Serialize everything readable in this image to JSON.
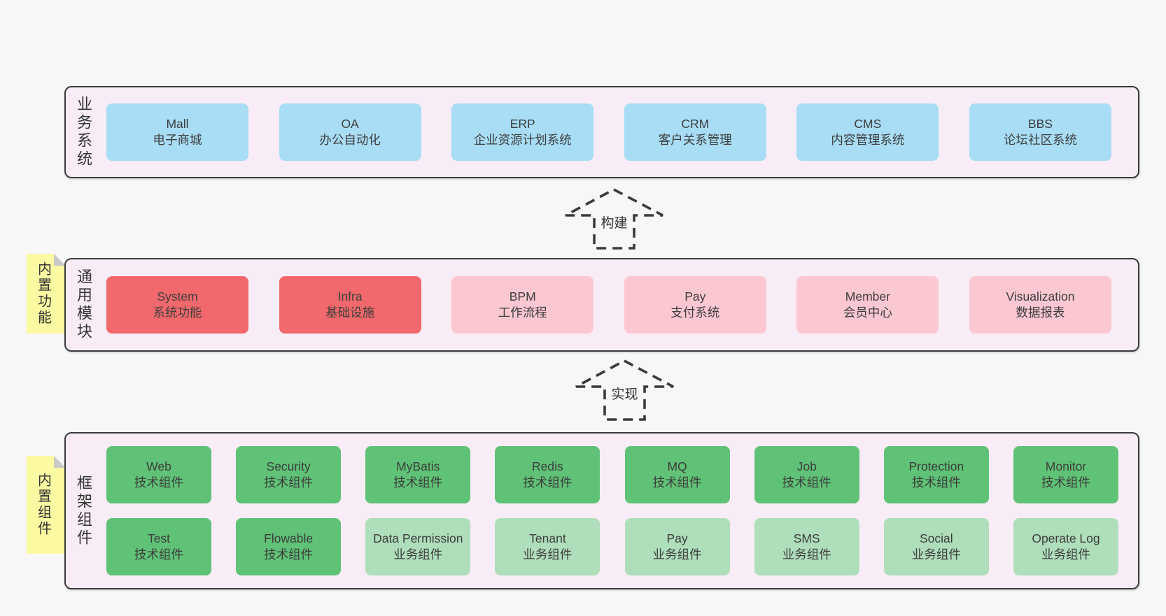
{
  "theme": {
    "page": "#f7f7f7",
    "panel": "#f8edf6",
    "border": "#3a3a3a",
    "blue": "#a8ddf5",
    "red": "#f1696c",
    "pink": "#fbc8d2",
    "green": "#5fc276",
    "greenLight": "#afdeba",
    "yellow": "#fbf9a2",
    "fold": "#c9c9c9",
    "text": "#3d3d3d"
  },
  "layers": [
    {
      "id": "business-systems",
      "label": "业务系统",
      "items": [
        {
          "en": "Mall",
          "zh": "电子商城",
          "variant": "blue"
        },
        {
          "en": "OA",
          "zh": "办公自动化",
          "variant": "blue"
        },
        {
          "en": "ERP",
          "zh": "企业资源计划系统",
          "variant": "blue"
        },
        {
          "en": "CRM",
          "zh": "客户关系管理",
          "variant": "blue"
        },
        {
          "en": "CMS",
          "zh": "内容管理系统",
          "variant": "blue"
        },
        {
          "en": "BBS",
          "zh": "论坛社区系统",
          "variant": "blue"
        }
      ]
    },
    {
      "id": "common-modules",
      "label": "通用模块",
      "note": "内置功能",
      "items": [
        {
          "en": "System",
          "zh": "系统功能",
          "variant": "red"
        },
        {
          "en": "Infra",
          "zh": "基础设施",
          "variant": "red"
        },
        {
          "en": "BPM",
          "zh": "工作流程",
          "variant": "pink"
        },
        {
          "en": "Pay",
          "zh": "支付系统",
          "variant": "pink"
        },
        {
          "en": "Member",
          "zh": "会员中心",
          "variant": "pink"
        },
        {
          "en": "Visualization",
          "zh": "数据报表",
          "variant": "pink"
        }
      ]
    },
    {
      "id": "framework-components",
      "label": "框架组件",
      "note": "内置组件",
      "items": [
        {
          "en": "Web",
          "zh": "技术组件",
          "variant": "green"
        },
        {
          "en": "Security",
          "zh": "技术组件",
          "variant": "green"
        },
        {
          "en": "MyBatis",
          "zh": "技术组件",
          "variant": "green"
        },
        {
          "en": "Redis",
          "zh": "技术组件",
          "variant": "green"
        },
        {
          "en": "MQ",
          "zh": "技术组件",
          "variant": "green"
        },
        {
          "en": "Job",
          "zh": "技术组件",
          "variant": "green"
        },
        {
          "en": "Protection",
          "zh": "技术组件",
          "variant": "green"
        },
        {
          "en": "Monitor",
          "zh": "技术组件",
          "variant": "green"
        },
        {
          "en": "Test",
          "zh": "技术组件",
          "variant": "green"
        },
        {
          "en": "Flowable",
          "zh": "技术组件",
          "variant": "green"
        },
        {
          "en": "Data Permission",
          "zh": "业务组件",
          "variant": "green-light"
        },
        {
          "en": "Tenant",
          "zh": "业务组件",
          "variant": "green-light"
        },
        {
          "en": "Pay",
          "zh": "业务组件",
          "variant": "green-light"
        },
        {
          "en": "SMS",
          "zh": "业务组件",
          "variant": "green-light"
        },
        {
          "en": "Social",
          "zh": "业务组件",
          "variant": "green-light"
        },
        {
          "en": "Operate Log",
          "zh": "业务组件",
          "variant": "green-light"
        }
      ]
    }
  ],
  "arrows": [
    {
      "label": "构建"
    },
    {
      "label": "实现"
    }
  ]
}
